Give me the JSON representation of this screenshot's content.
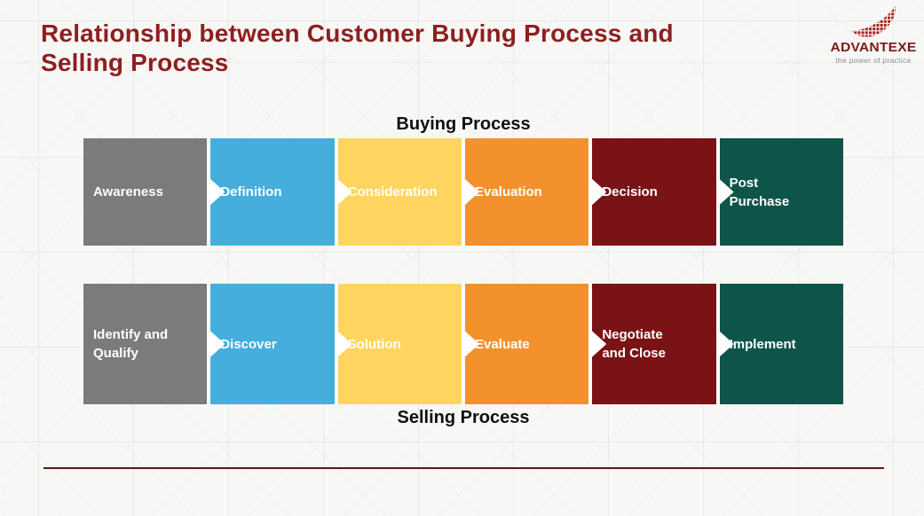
{
  "slide": {
    "title": "Relationship between Customer Buying Process and\nSelling Process",
    "logo": {
      "name": "ADVANTEXE",
      "tagline": "the power of practice"
    },
    "buying": {
      "heading": "Buying Process",
      "steps": [
        {
          "id": "awareness",
          "label": "Awareness",
          "color": "#7B7B7B"
        },
        {
          "id": "definition",
          "label": "Definition",
          "color": "#45AEDC"
        },
        {
          "id": "consideration",
          "label": "Consideration",
          "color": "#FFD55F"
        },
        {
          "id": "evaluation",
          "label": "Evaluation",
          "color": "#F3912D"
        },
        {
          "id": "decision",
          "label": "Decision",
          "color": "#7A1315"
        },
        {
          "id": "post-purchase",
          "label": "Post\nPurchase",
          "color": "#0E5449"
        }
      ]
    },
    "selling": {
      "heading": "Selling Process",
      "steps": [
        {
          "id": "identify-and-qualify",
          "label": "Identify and\nQualify",
          "color": "#7B7B7B"
        },
        {
          "id": "discover",
          "label": "Discover",
          "color": "#45AEDC"
        },
        {
          "id": "solution",
          "label": "Solution",
          "color": "#FFD55F"
        },
        {
          "id": "evaluate",
          "label": "Evaluate",
          "color": "#F3912D"
        },
        {
          "id": "negotiate-and-close",
          "label": "Negotiate\nand Close",
          "color": "#7A1315"
        },
        {
          "id": "implement",
          "label": "Implement",
          "color": "#0E5449"
        }
      ]
    },
    "colors": {
      "title_red": "#8E1F1F",
      "divider_red": "#5A1616",
      "heading_black": "#101010",
      "step_text": "#FFFFFF",
      "logo_red": "#A81D1D",
      "background": "#F7F7F5"
    }
  }
}
